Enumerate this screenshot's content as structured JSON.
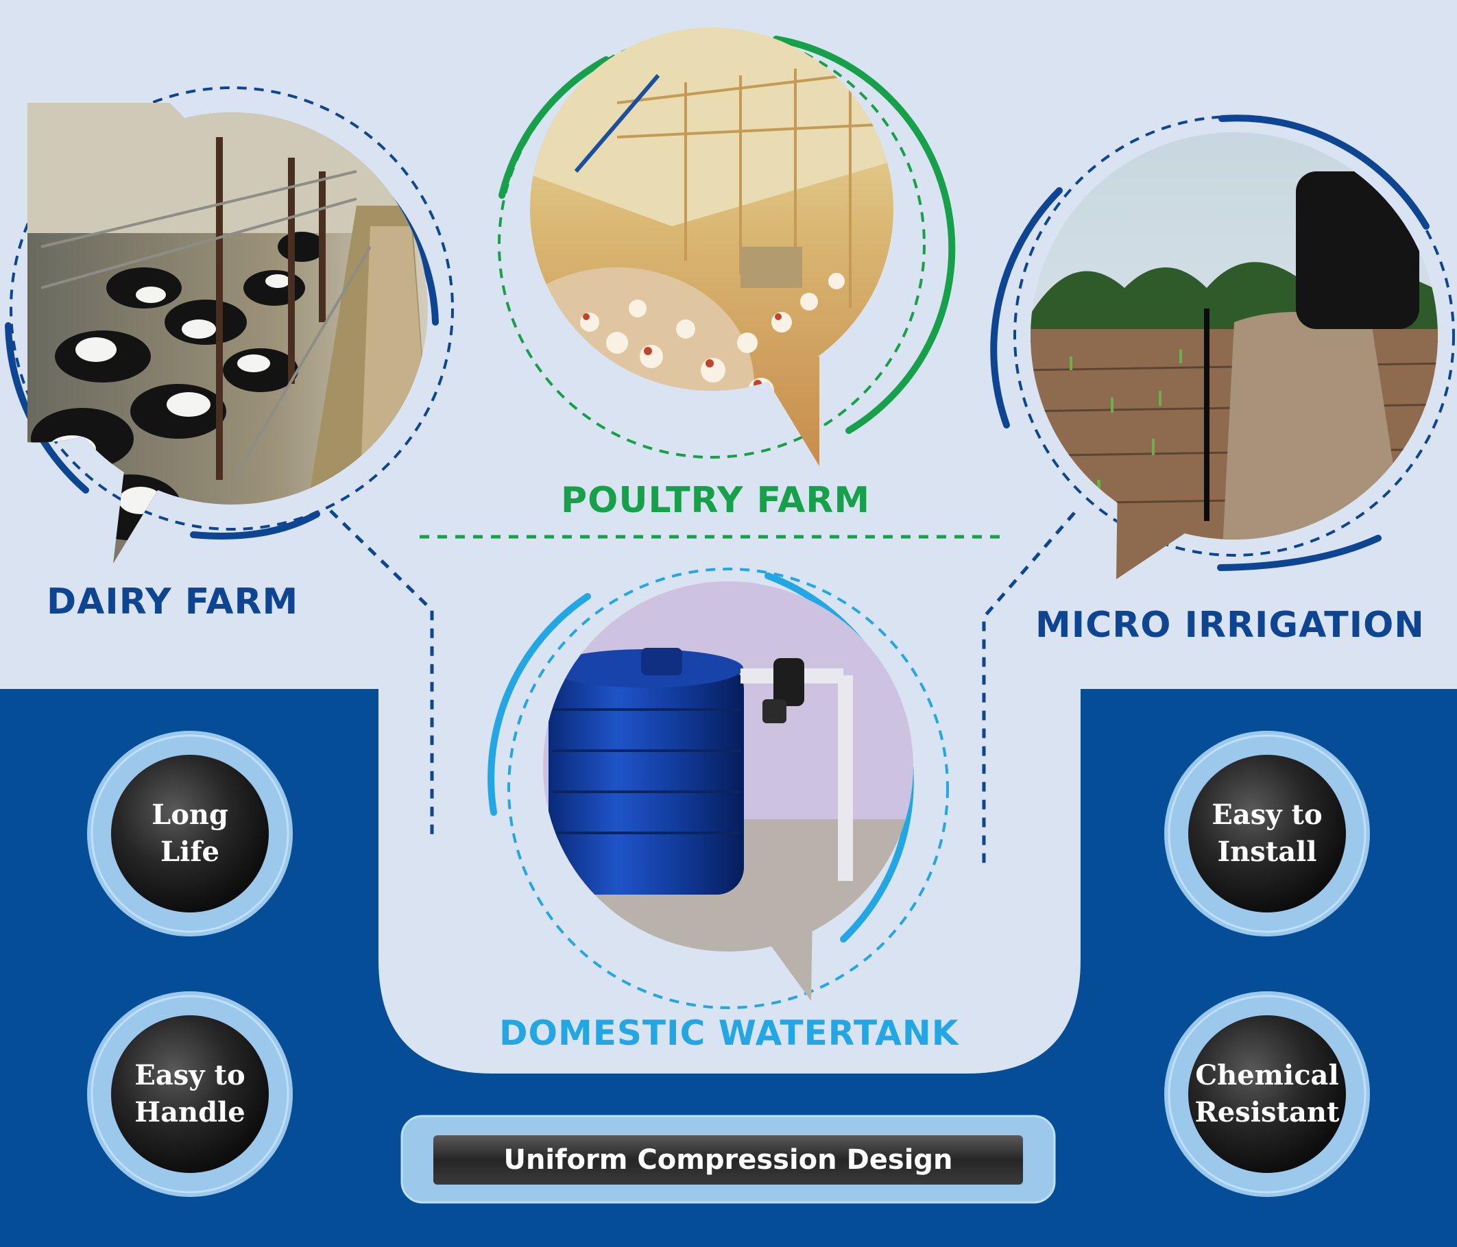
{
  "sections": {
    "dairy": {
      "label": "DAIRY FARM"
    },
    "poultry": {
      "label": "POULTRY FARM"
    },
    "irrigation": {
      "label": "MICRO IRRIGATION"
    },
    "domestic": {
      "label": "DOMESTIC WATERTANK"
    }
  },
  "features": {
    "long_life": {
      "line1": "Long",
      "line2": "Life"
    },
    "easy_handle": {
      "line1": "Easy to",
      "line2": "Handle"
    },
    "easy_install": {
      "line1": "Easy to",
      "line2": "Install"
    },
    "chemical": {
      "line1": "Chemical",
      "line2": "Resistant"
    }
  },
  "design_bar": {
    "label": "Uniform Compression Design"
  },
  "colors": {
    "background": "#d9e3f1",
    "navy": "#064d97",
    "dairy_text": "#0d4592",
    "poultry_green": "#16a04a",
    "domestic_cyan": "#22a6e4",
    "badge_ring": "#9cc8ec",
    "badge_core": "#262626"
  }
}
